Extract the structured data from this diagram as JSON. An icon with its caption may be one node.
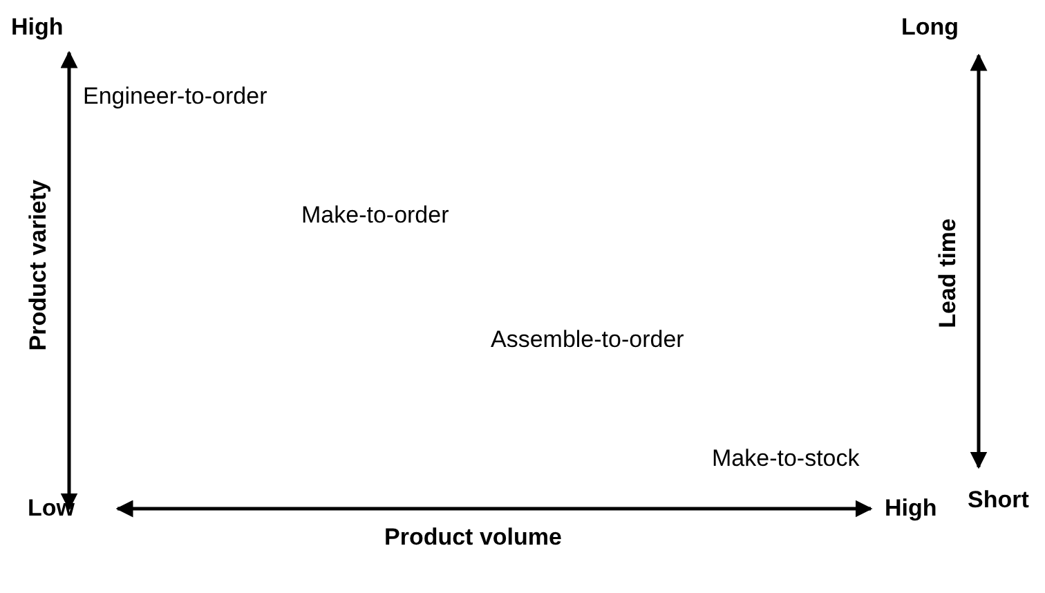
{
  "diagram": {
    "labels": [
      "High",
      "Long",
      "Engineer-to-order",
      "Product variety",
      "Make-to-order",
      "Lead time",
      "Assemble-to-order",
      "Make-to-stock",
      "Short",
      "Low",
      "High",
      "Product volume"
    ]
  }
}
